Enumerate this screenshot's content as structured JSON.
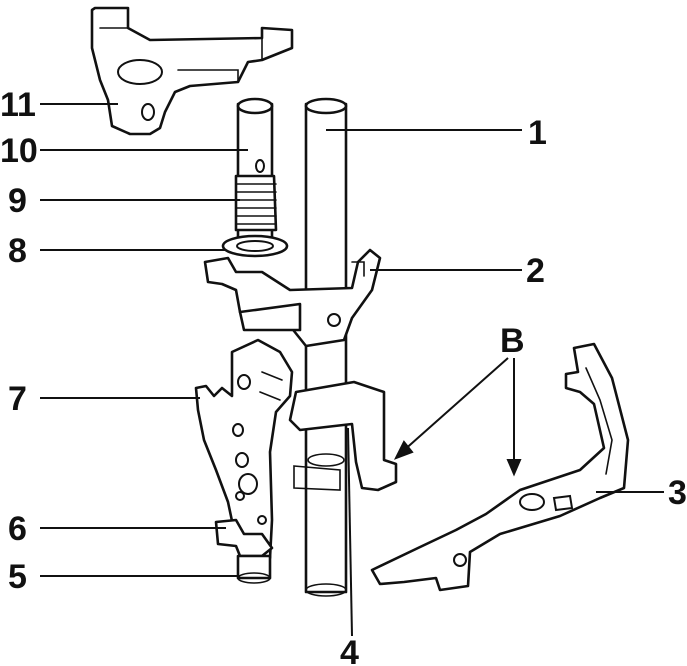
{
  "callouts": {
    "c1": "1",
    "c2": "2",
    "c3": "3",
    "c4": "4",
    "c5": "5",
    "c6": "6",
    "c7": "7",
    "c8": "8",
    "c9": "9",
    "c10": "10",
    "c11": "11",
    "cB": "B"
  }
}
